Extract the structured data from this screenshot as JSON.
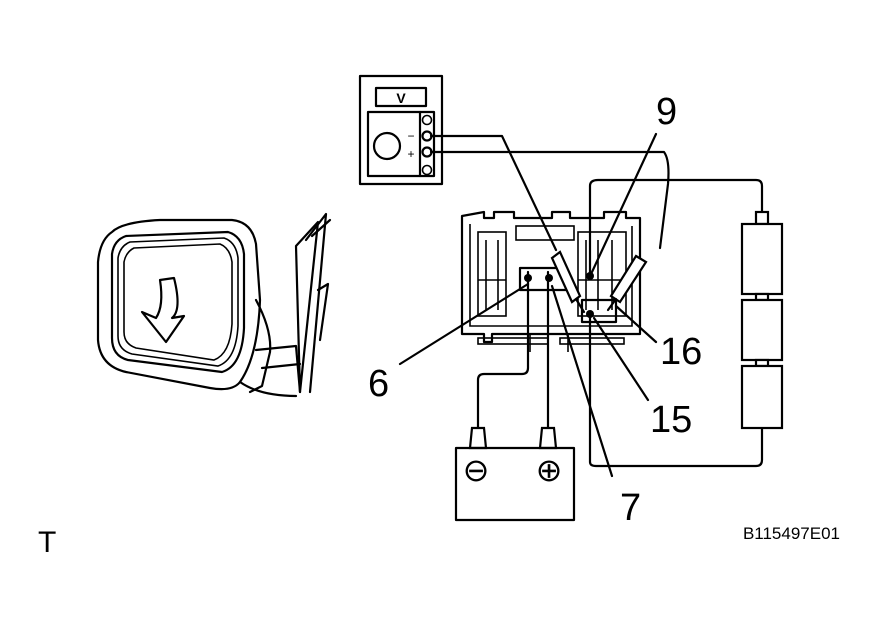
{
  "meter": {
    "mode_label": "V",
    "minus_label": "−",
    "plus_label": "+"
  },
  "battery": {
    "neg_symbol": "⊖",
    "pos_symbol": "⊕"
  },
  "terminals": {
    "t6": "6",
    "t7": "7",
    "t9": "9",
    "t15": "15",
    "t16": "16"
  },
  "corner_mark": "T",
  "figure_code": "B115497E01"
}
